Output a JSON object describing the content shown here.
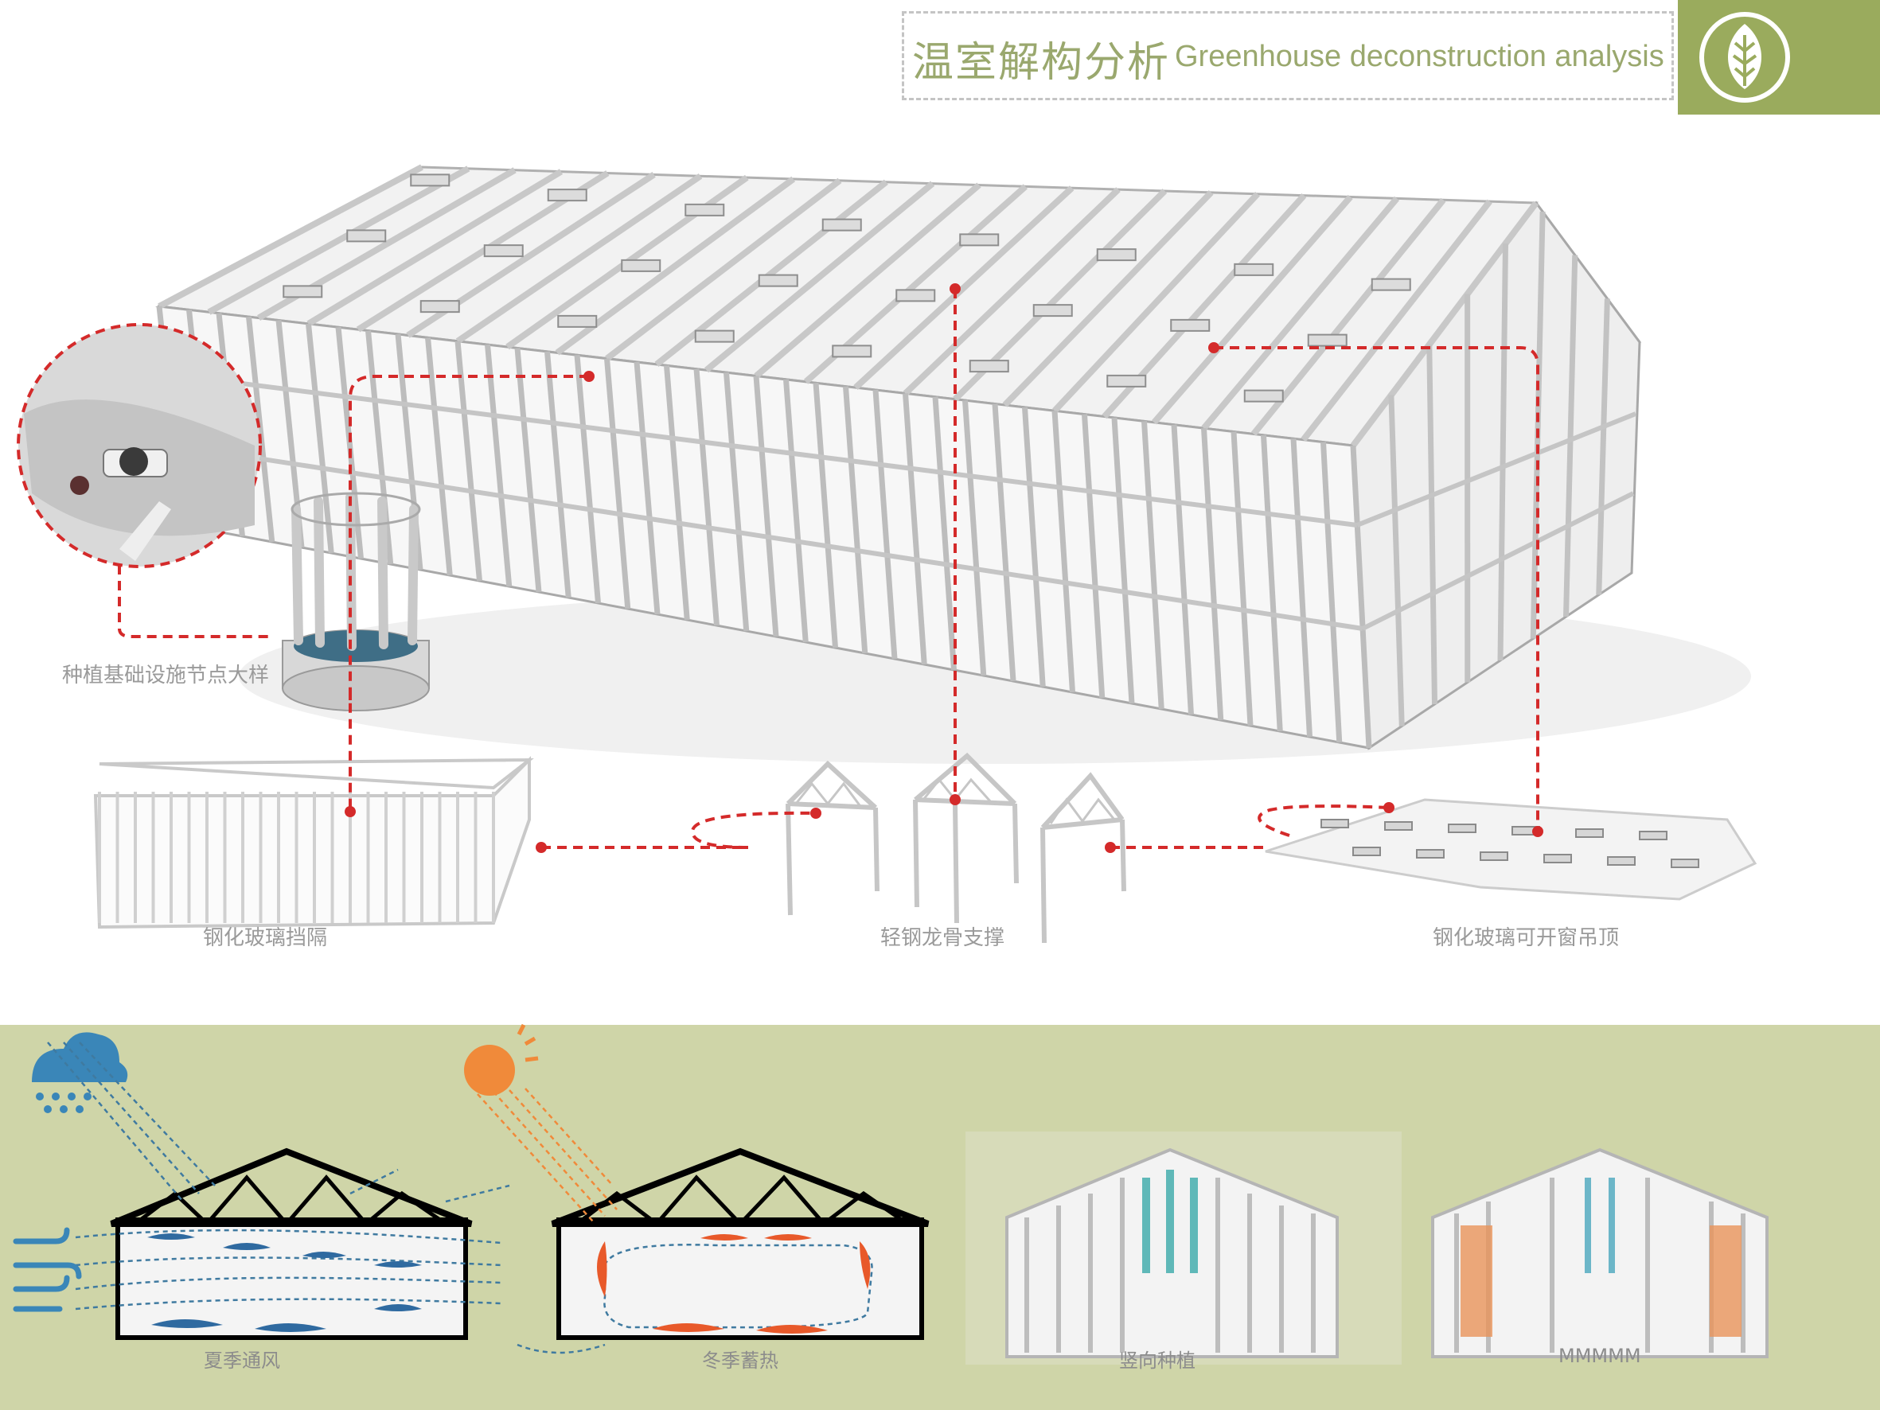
{
  "header": {
    "title_cn": "温室解构分析",
    "title_en": "Greenhouse deconstruction analysis",
    "logo": "leaf-icon",
    "accent_color": "#9aab5d",
    "dash_color": "#d42a2a"
  },
  "callouts": {
    "planting_detail": "种植基础设施节点大样",
    "glass_partition": "钢化玻璃挡隔",
    "steel_keel": "轻钢龙骨支撑",
    "glass_roof": "钢化玻璃可开窗吊顶"
  },
  "bottom": {
    "background": "#cfd5a8",
    "items": [
      {
        "label": "夏季通风",
        "icon": "rain-cloud-icon"
      },
      {
        "label": "冬季蓄热",
        "icon": "sun-icon"
      },
      {
        "label": "竖向种植"
      },
      {
        "label": "MMMMM"
      }
    ]
  }
}
